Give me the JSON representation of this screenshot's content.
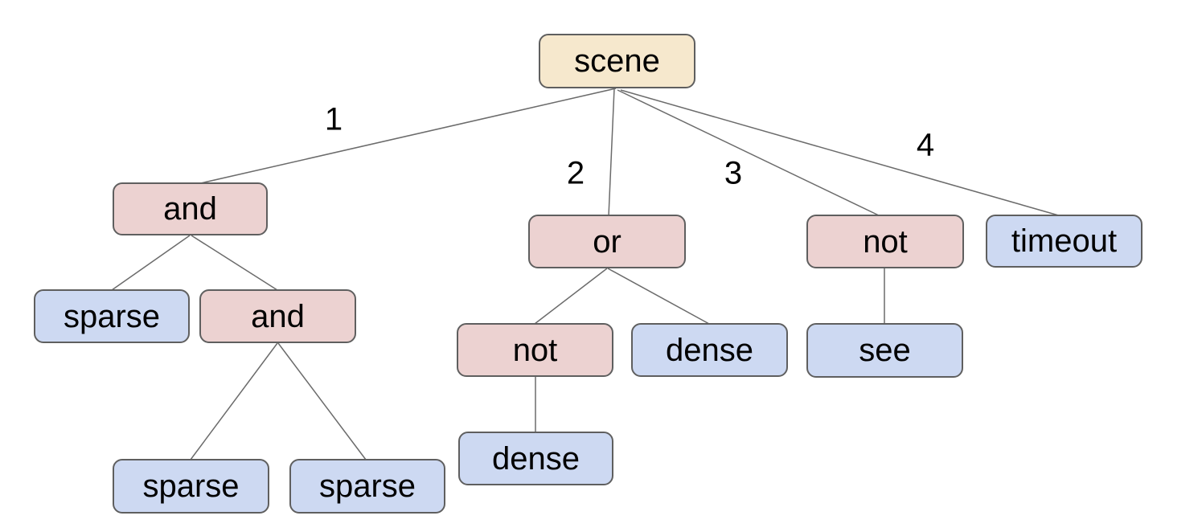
{
  "diagram": {
    "type": "tree",
    "nodes": [
      {
        "id": "scene",
        "label": "scene",
        "kind": "root"
      },
      {
        "id": "and-1",
        "label": "and",
        "kind": "operator"
      },
      {
        "id": "sparse-1",
        "label": "sparse",
        "kind": "leaf"
      },
      {
        "id": "and-2",
        "label": "and",
        "kind": "operator"
      },
      {
        "id": "sparse-2",
        "label": "sparse",
        "kind": "leaf"
      },
      {
        "id": "sparse-3",
        "label": "sparse",
        "kind": "leaf"
      },
      {
        "id": "or-1",
        "label": "or",
        "kind": "operator"
      },
      {
        "id": "not-1",
        "label": "not",
        "kind": "operator"
      },
      {
        "id": "dense-1",
        "label": "dense",
        "kind": "leaf"
      },
      {
        "id": "dense-2",
        "label": "dense",
        "kind": "leaf"
      },
      {
        "id": "not-2",
        "label": "not",
        "kind": "operator"
      },
      {
        "id": "see-1",
        "label": "see",
        "kind": "leaf"
      },
      {
        "id": "timeout-1",
        "label": "timeout",
        "kind": "leaf"
      }
    ],
    "edge_labels": [
      {
        "id": "branch-1",
        "label": "1"
      },
      {
        "id": "branch-2",
        "label": "2"
      },
      {
        "id": "branch-3",
        "label": "3"
      },
      {
        "id": "branch-4",
        "label": "4"
      }
    ],
    "tree": {
      "label": "scene",
      "children": [
        {
          "edge": "1",
          "label": "and",
          "children": [
            {
              "label": "sparse"
            },
            {
              "label": "and",
              "children": [
                {
                  "label": "sparse"
                },
                {
                  "label": "sparse"
                }
              ]
            }
          ]
        },
        {
          "edge": "2",
          "label": "or",
          "children": [
            {
              "label": "not",
              "children": [
                {
                  "label": "dense"
                }
              ]
            },
            {
              "label": "dense"
            }
          ]
        },
        {
          "edge": "3",
          "label": "not",
          "children": [
            {
              "label": "see"
            }
          ]
        },
        {
          "edge": "4",
          "label": "timeout"
        }
      ]
    }
  },
  "colors": {
    "background": "#ffffff",
    "root-fill": "#f6e8cd",
    "operator-fill": "#ecd2d1",
    "leaf-fill": "#cdd9f2",
    "node-border": "#5f5f5f",
    "edge-stroke": "#6b6b6b",
    "text": "#000000"
  }
}
